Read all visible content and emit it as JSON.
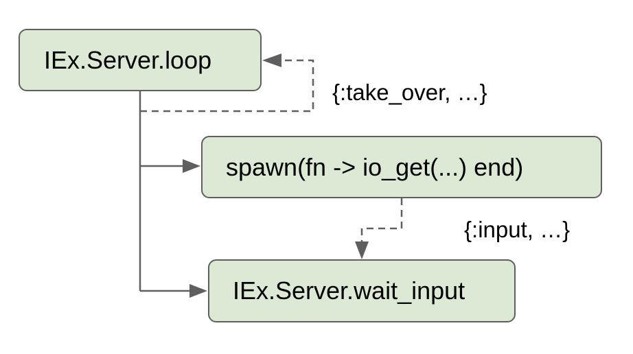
{
  "nodes": {
    "loop": "IEx.Server.loop",
    "spawn": "spawn(fn -> io_get(...) end)",
    "wait_input": "IEx.Server.wait_input"
  },
  "edges": {
    "take_over_label": "{:take_over, …}",
    "input_label": "{:input, …}"
  },
  "colors": {
    "node_fill": "#dce9d5",
    "node_border": "#5f5f5f",
    "edge": "#5f5f5f"
  }
}
